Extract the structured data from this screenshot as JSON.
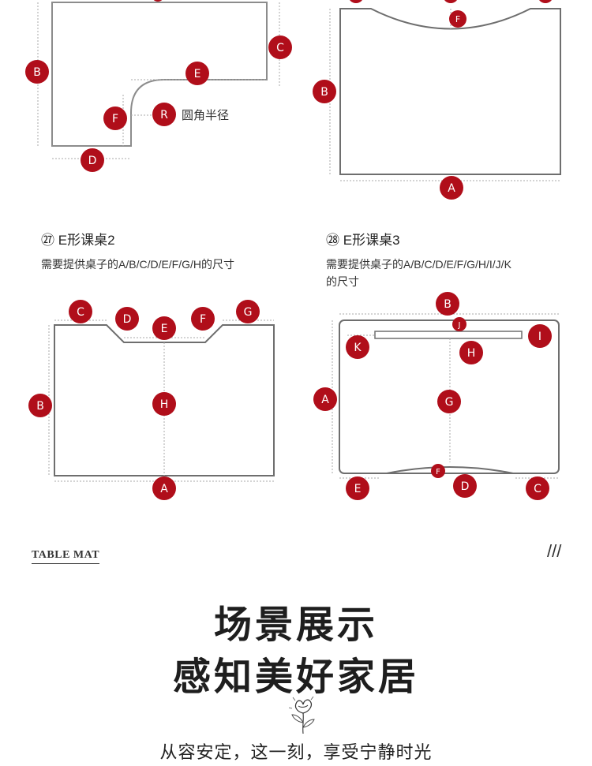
{
  "colors": {
    "badge": "#b00e1a",
    "outline": "#8c8c8c",
    "dim": "#aaaaaa"
  },
  "diagram_top_left": {
    "labels": {
      "b": "B",
      "c": "C",
      "d": "D",
      "e": "E",
      "f": "F",
      "r": "R"
    },
    "radius_note": "圆角半径"
  },
  "diagram_top_right": {
    "labels": {
      "a": "A",
      "b": "B",
      "f": "F"
    }
  },
  "desk27": {
    "number": "㉗",
    "title": "E形课桌2",
    "desc": "需要提供桌子的A/B/C/D/E/F/G/H的尺寸",
    "labels": {
      "a": "A",
      "b": "B",
      "c": "C",
      "d": "D",
      "e": "E",
      "f": "F",
      "g": "G",
      "h": "H"
    }
  },
  "desk28": {
    "number": "㉘",
    "title": "E形课桌3",
    "desc_line1": "需要提供桌子的A/B/C/D/E/F/G/H/I/J/K",
    "desc_line2": "的尺寸",
    "labels": {
      "a": "A",
      "b": "B",
      "c": "C",
      "d": "D",
      "e": "E",
      "f": "F",
      "g": "G",
      "h": "H",
      "i": "I",
      "j": "J",
      "k": "K"
    }
  },
  "section": {
    "tag": "TABLE MAT",
    "slashes": "///",
    "heading1": "场景展示",
    "heading2": "感知美好家居",
    "ornament": "flower-sketch-icon",
    "slogan": "从容安定，这一刻，享受宁静时光"
  }
}
